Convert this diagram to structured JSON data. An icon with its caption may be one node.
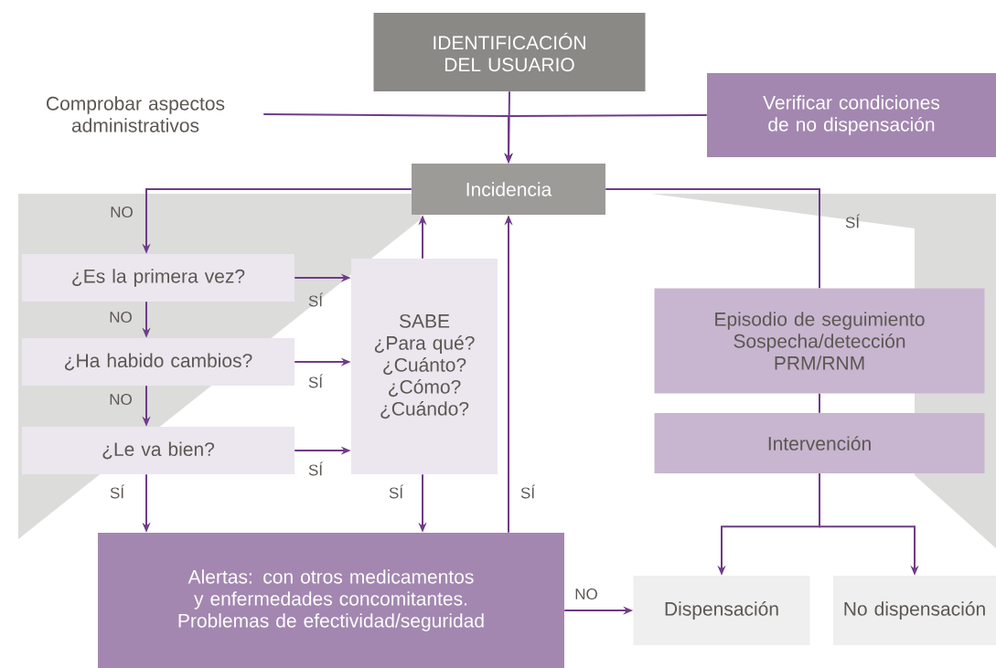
{
  "diagram": {
    "nodes": [
      {
        "text": [
          "IDENTIFICACIÓN DEL USUARIO"
        ]
      },
      {
        "text": [
          "Comprobar aspectos administrativos"
        ]
      },
      {
        "text": [
          "Verificar condiciones de no dispensación"
        ]
      },
      {
        "text": [
          "Incidencia"
        ]
      },
      {
        "text": [
          "¿Es la primera vez?"
        ]
      },
      {
        "text": [
          "¿Ha habido cambios?"
        ]
      },
      {
        "text": [
          "¿Le va bien?"
        ]
      },
      {
        "text": [
          "SABE",
          "¿Para qué?",
          "¿Cuánto?",
          "¿Cómo?",
          "¿Cuándo?"
        ]
      },
      {
        "text": [
          "Episodio de seguimiento",
          "Sospecha/detección",
          "PRM/RNM"
        ]
      },
      {
        "text": [
          "Intervención"
        ]
      },
      {
        "text": [
          "Alertas: con otros medicamentos y enfermedades concomitantes.",
          "Problemas de efectividad/seguridad"
        ]
      },
      {
        "text": [
          "Dispensación"
        ]
      },
      {
        "text": [
          "No dispensación"
        ]
      }
    ],
    "edges": [
      {
        "from": 0,
        "to": 3,
        "arrow": "to"
      },
      {
        "from": 1,
        "to": 3,
        "arrow": "to"
      },
      {
        "from": 2,
        "to": 3,
        "arrow": "to"
      },
      {
        "from": 3,
        "to": 4,
        "arrow": "to",
        "label": "NO"
      },
      {
        "from": 3,
        "to": 8,
        "arrow": "none",
        "label": "SÍ"
      },
      {
        "from": 4,
        "to": 5,
        "arrow": "to",
        "label": "NO"
      },
      {
        "from": 5,
        "to": 6,
        "arrow": "to",
        "label": "NO"
      },
      {
        "from": 4,
        "to": 7,
        "arrow": "to",
        "label": "SÍ"
      },
      {
        "from": 5,
        "to": 7,
        "arrow": "to",
        "label": "SÍ"
      },
      {
        "from": 6,
        "to": 7,
        "arrow": "to",
        "label": "SÍ"
      },
      {
        "from": 6,
        "to": 10,
        "arrow": "to",
        "label": "SÍ"
      },
      {
        "from": 7,
        "to": 3,
        "arrow": "to"
      },
      {
        "from": 7,
        "to": 10,
        "arrow": "to",
        "label": "SÍ"
      },
      {
        "from": 10,
        "to": 3,
        "arrow": "to",
        "label": "SÍ"
      },
      {
        "from": 8,
        "to": 9,
        "arrow": "none"
      },
      {
        "from": 9,
        "to": 11,
        "arrow": "to"
      },
      {
        "from": 9,
        "to": 12,
        "arrow": "to"
      },
      {
        "from": 10,
        "to": 11,
        "arrow": "to",
        "label": "NO"
      }
    ]
  }
}
